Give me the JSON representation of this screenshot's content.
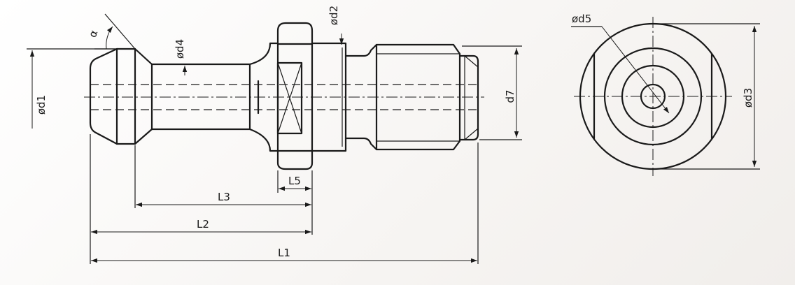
{
  "drawing": {
    "labels": {
      "angle": "α",
      "d1": "ød1",
      "d2": "ød2",
      "d3": "ød3",
      "d4": "ød4",
      "d5": "ød5",
      "d7": "d7",
      "L1": "L1",
      "L2": "L2",
      "L3": "L3",
      "L5": "L5"
    }
  },
  "colors": {
    "line": "#1a1a1a",
    "background": "#f7f5f3"
  }
}
